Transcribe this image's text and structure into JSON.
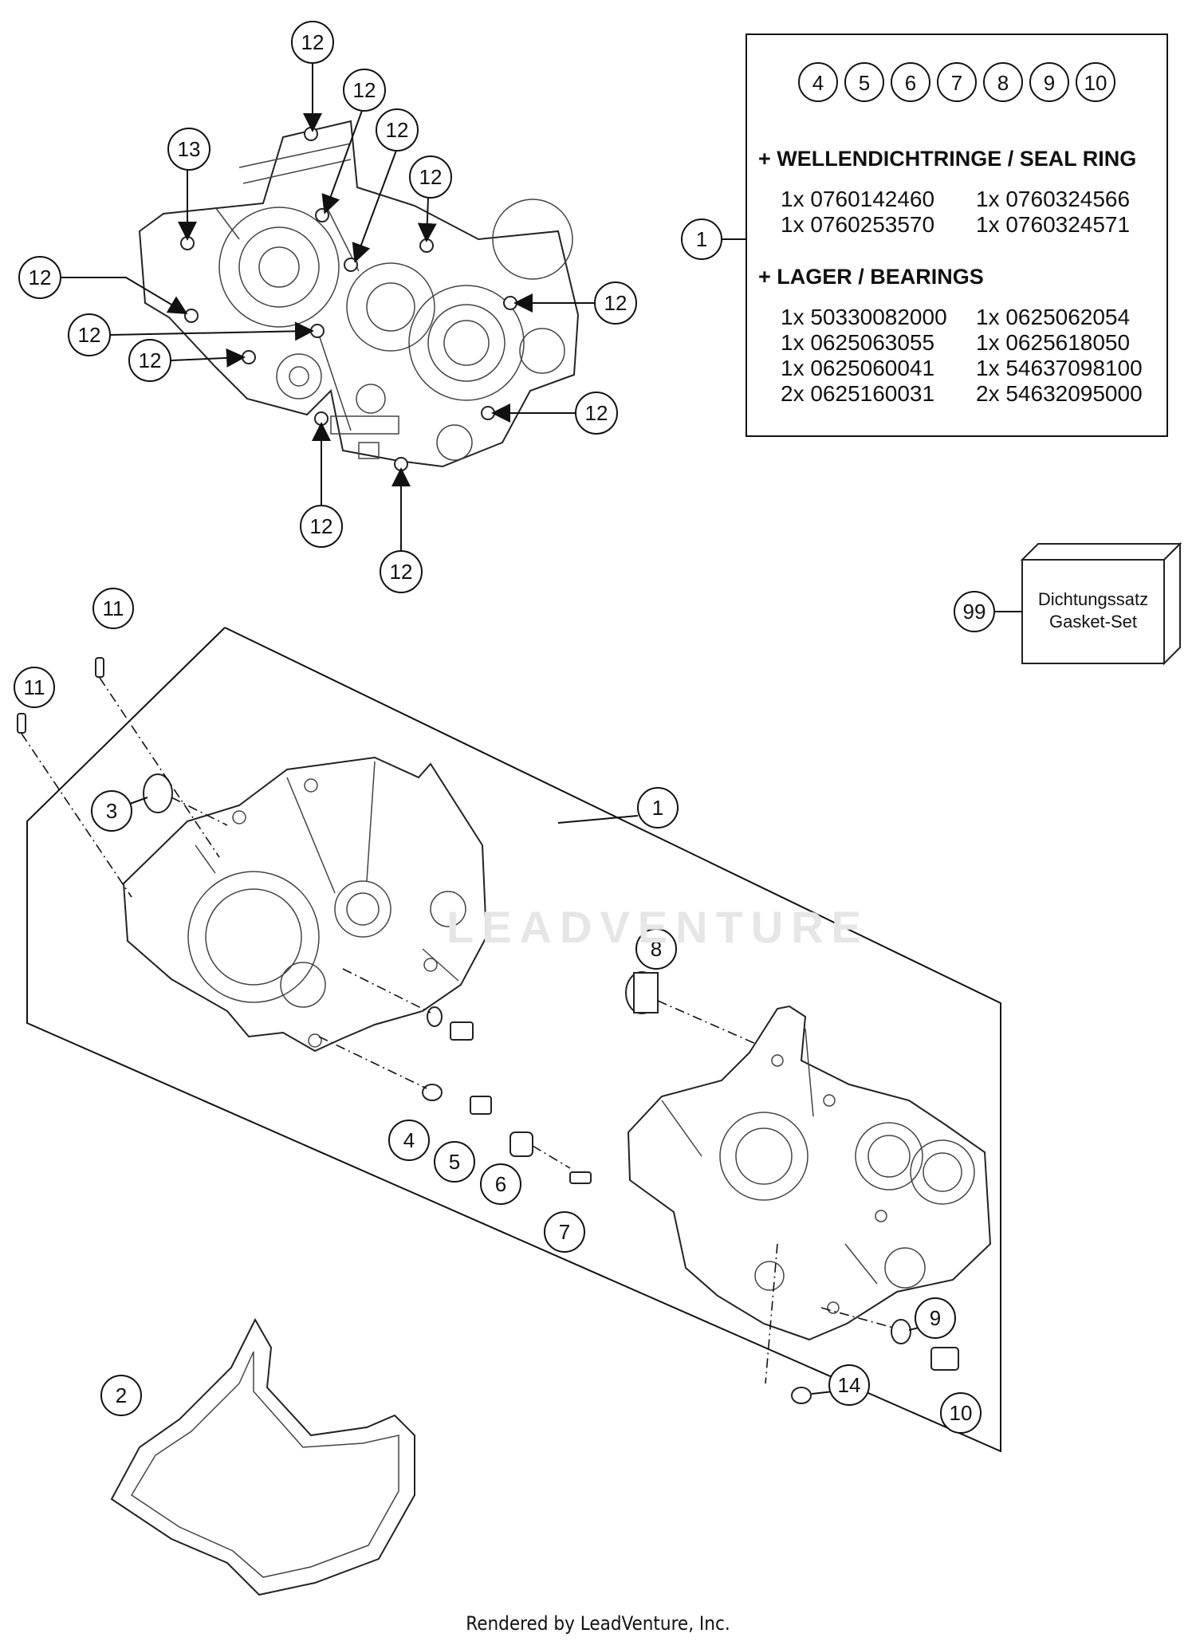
{
  "watermark": "LEADVENTURE",
  "footer": "Rendered by LeadVenture, Inc.",
  "kit": {
    "circles": [
      "4",
      "5",
      "6",
      "7",
      "8",
      "9",
      "10"
    ],
    "seal_heading": "+ WELLENDICHTRINGE / SEAL RING",
    "seal_items": [
      "1x 0760142460",
      "1x 0760324566",
      "1x 0760253570",
      "1x 0760324571"
    ],
    "bearing_heading": "+ LAGER / BEARINGS",
    "bearing_items": [
      "1x 50330082000",
      "1x 0625062054",
      "1x 0625063055",
      "1x 0625618050",
      "1x 0625060041",
      "1x 54637098100",
      "2x 0625160031",
      "2x 54632095000"
    ]
  },
  "gasket_set": {
    "line1": "Dichtungssatz",
    "line2": "Gasket-Set"
  },
  "callouts": {
    "c12a": "12",
    "c12b": "12",
    "c13": "13",
    "c12c": "12",
    "c12d": "12",
    "c12e": "12",
    "c12f": "12",
    "c12g": "12",
    "c12h": "12",
    "c12i": "12",
    "c12j": "12",
    "c12k": "12",
    "c1top": "1",
    "c99": "99",
    "c11a": "11",
    "c11b": "11",
    "c3": "3",
    "c1": "1",
    "c8": "8",
    "c4": "4",
    "c5": "5",
    "c6": "6",
    "c7": "7",
    "c9": "9",
    "c14": "14",
    "c10": "10",
    "c2": "2"
  }
}
